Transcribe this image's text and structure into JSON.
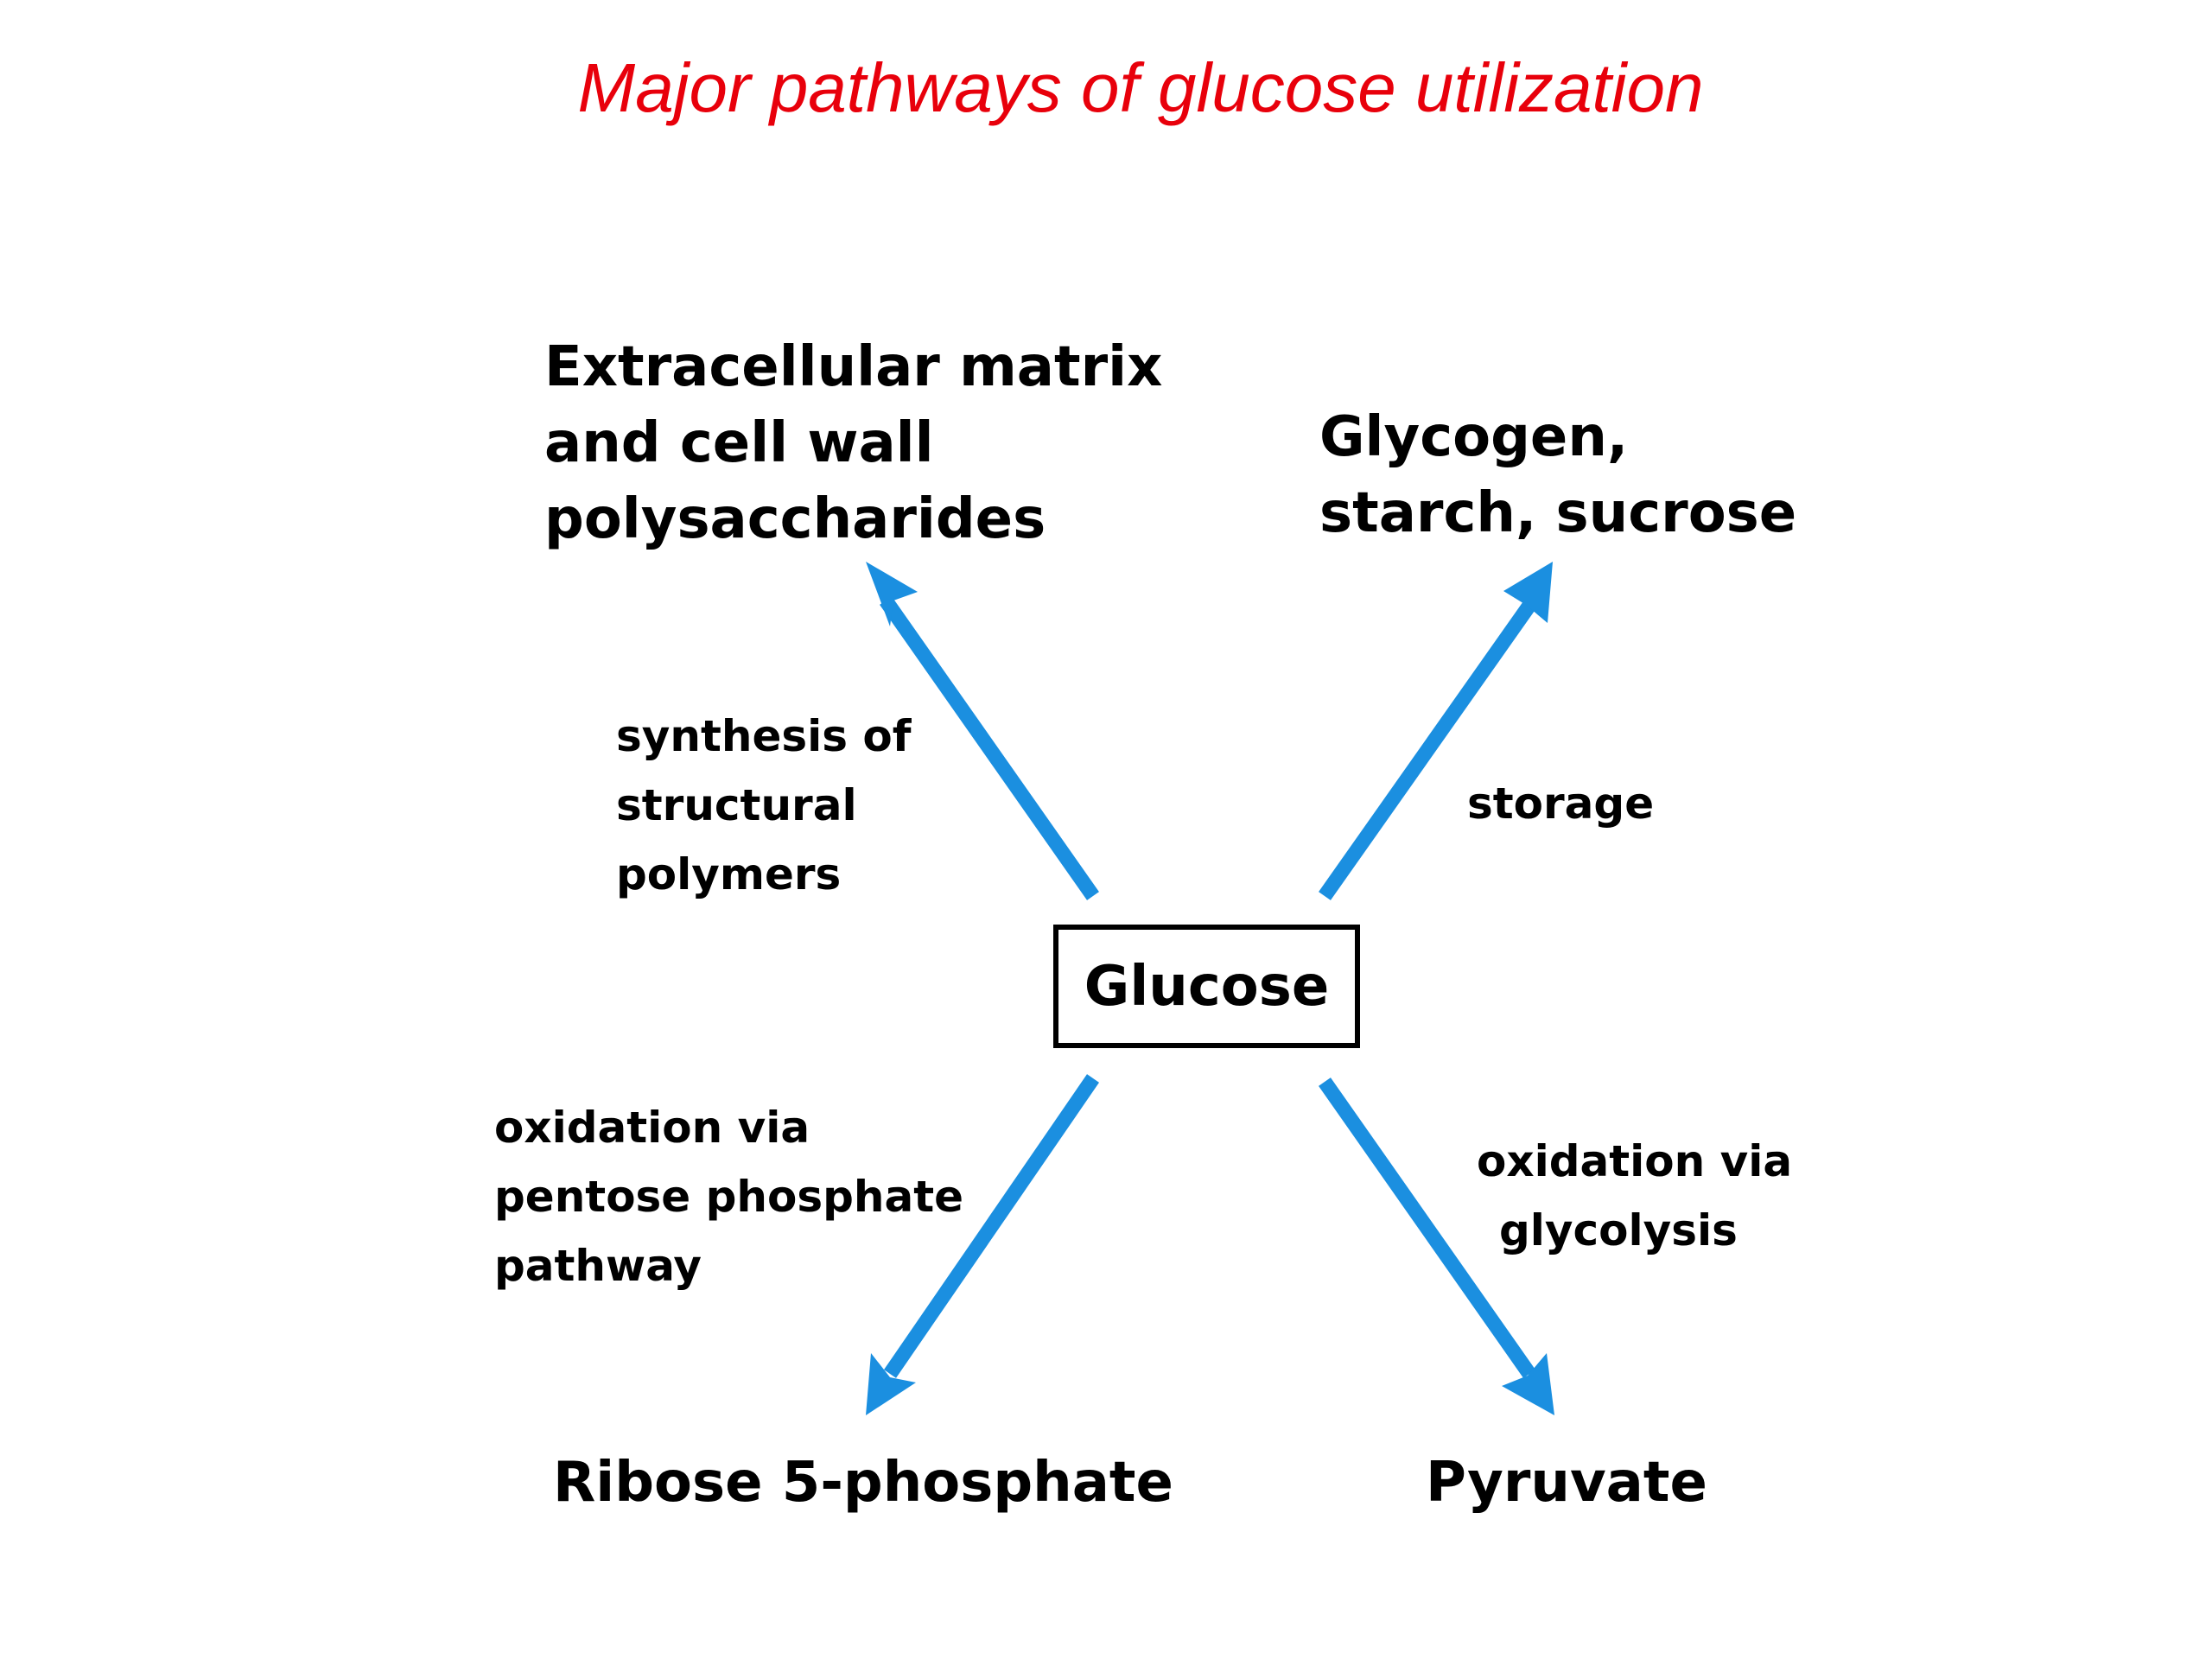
{
  "title": "Major pathways of glucose utilization",
  "colors": {
    "title": "#e8000b",
    "arrow": "#1b8fe0",
    "text": "#000000"
  },
  "center": {
    "label": "Glucose"
  },
  "products": {
    "top_left": [
      "Extracellular matrix",
      "and cell wall",
      "polysaccharides"
    ],
    "top_right": [
      "Glycogen,",
      "starch, sucrose"
    ],
    "bottom_left": [
      "Ribose 5-phosphate"
    ],
    "bottom_right": [
      "Pyruvate"
    ]
  },
  "processes": {
    "top_left": [
      "synthesis of",
      "structural",
      "polymers"
    ],
    "top_right": [
      "storage"
    ],
    "bottom_left": [
      "oxidation via",
      "pentose phosphate",
      "pathway"
    ],
    "bottom_right": [
      "oxidation via",
      "glycolysis"
    ]
  }
}
